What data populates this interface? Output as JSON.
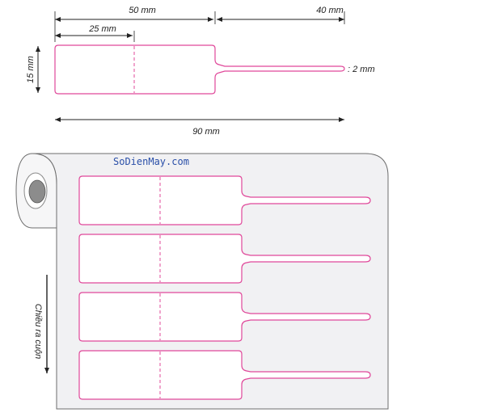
{
  "dimensions": {
    "top_width": "50 mm",
    "stem_length": "40 mm",
    "half_width": "25 mm",
    "height": "15 mm",
    "stem_width": ": 2 mm",
    "total_length": "90 mm"
  },
  "watermark": "SoDienMay.com",
  "roll": {
    "direction_label": "Chiều ra cuộn"
  },
  "colors": {
    "label_outline": "#e0489a",
    "dim_line": "#222222",
    "roll_fill": "#f1f1f3",
    "roll_stroke": "#6d6d6d",
    "watermark": "#2a4fa8"
  }
}
